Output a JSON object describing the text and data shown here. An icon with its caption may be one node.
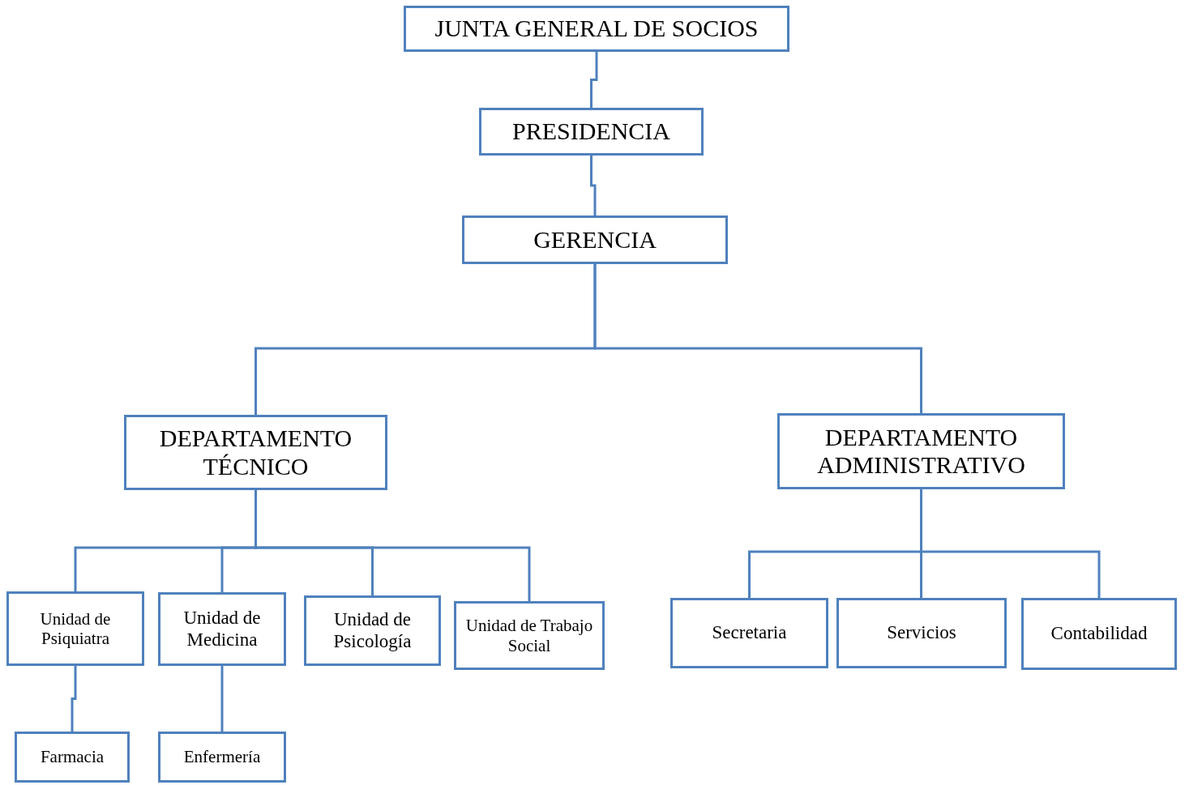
{
  "diagram": {
    "nodes": [
      {
        "text": [
          "JUNTA GENERAL DE SOCIOS"
        ]
      },
      {
        "text": [
          "PRESIDENCIA"
        ]
      },
      {
        "text": [
          "GERENCIA"
        ]
      },
      {
        "text": [
          "DEPARTAMENTO TÉCNICO"
        ]
      },
      {
        "text": [
          "DEPARTAMENTO ADMINISTRATIVO"
        ]
      },
      {
        "text": [
          "Unidad de Psiquiatra"
        ]
      },
      {
        "text": [
          "Unidad de Medicina"
        ]
      },
      {
        "text": [
          "Unidad de Psicología"
        ]
      },
      {
        "text": [
          "Unidad de Trabajo Social"
        ]
      },
      {
        "text": [
          "Secretaria"
        ]
      },
      {
        "text": [
          "Servicios"
        ]
      },
      {
        "text": [
          "Contabilidad"
        ]
      },
      {
        "text": [
          "Farmacia"
        ]
      },
      {
        "text": [
          "Enfermería"
        ]
      }
    ],
    "edges": [
      {
        "from": 0,
        "to": 1,
        "arrow": "none"
      },
      {
        "from": 1,
        "to": 2,
        "arrow": "none"
      },
      {
        "from": 2,
        "to": 3,
        "arrow": "none"
      },
      {
        "from": 2,
        "to": 4,
        "arrow": "none"
      },
      {
        "from": 3,
        "to": 5,
        "arrow": "none"
      },
      {
        "from": 3,
        "to": 6,
        "arrow": "none"
      },
      {
        "from": 3,
        "to": 7,
        "arrow": "none"
      },
      {
        "from": 3,
        "to": 8,
        "arrow": "none"
      },
      {
        "from": 4,
        "to": 9,
        "arrow": "none"
      },
      {
        "from": 4,
        "to": 10,
        "arrow": "none"
      },
      {
        "from": 4,
        "to": 11,
        "arrow": "none"
      },
      {
        "from": 5,
        "to": 12,
        "arrow": "none"
      },
      {
        "from": 6,
        "to": 13,
        "arrow": "none"
      }
    ]
  }
}
